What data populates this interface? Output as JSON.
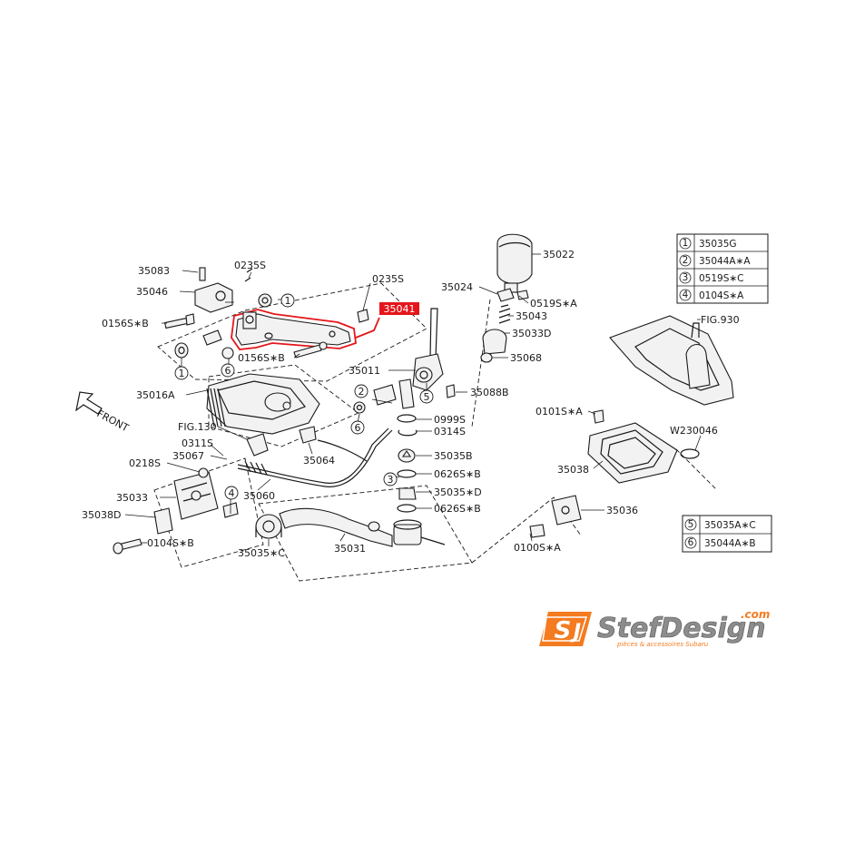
{
  "part_labels": {
    "p35083": "35083",
    "p35046": "35046",
    "p0156SB_top": "0156S∗B",
    "p0235S_a": "0235S",
    "p0235S_b": "0235S",
    "p35041": "35041",
    "p0156SB_mid": "0156S∗B",
    "p35016A": "35016A",
    "p35011": "35011",
    "p35024": "35024",
    "p35022": "35022",
    "p0519SA": "0519S∗A",
    "p35043": "35043",
    "p35033D": "35033D",
    "p35068": "35068",
    "p35088B": "35088B",
    "p0999S": "0999S",
    "p0314S": "0314S",
    "p35035B": "35035B",
    "p0626SB_a": "0626S∗B",
    "p35035D": "35035∗D",
    "p0626SB_b": "0626S∗B",
    "fig130": "FIG.130",
    "p0311S": "0311S",
    "p35067": "35067",
    "p0218S": "0218S",
    "p35033": "35033",
    "p35038D": "35038D",
    "p0104SB": "0104S∗B",
    "p35060": "35060",
    "p35064": "35064",
    "p35035C": "35035∗C",
    "p35031": "35031",
    "fig930": "FIG.930",
    "p0101SA": "0101S∗A",
    "w230046": "W230046",
    "p35038": "35038",
    "p35036": "35036",
    "p0100SA": "0100S∗A",
    "front": "FRONT"
  },
  "callout_numbers": [
    "1",
    "1",
    "2",
    "3",
    "4",
    "5",
    "6",
    "6"
  ],
  "legend_top": [
    {
      "num": "1",
      "part": "35035G"
    },
    {
      "num": "2",
      "part": "35044A∗A"
    },
    {
      "num": "3",
      "part": "0519S∗C"
    },
    {
      "num": "4",
      "part": "0104S∗A"
    }
  ],
  "legend_bottom": [
    {
      "num": "5",
      "part": "35035A∗C"
    },
    {
      "num": "6",
      "part": "35044A∗B"
    }
  ],
  "logo": {
    "brand": "StefDesign",
    "tld": ".com",
    "tagline": "pièces & accessoires Subaru"
  },
  "colors": {
    "highlight": "#e4161b",
    "logo_orange": "#f47b20",
    "ink": "#1a1a1a"
  }
}
